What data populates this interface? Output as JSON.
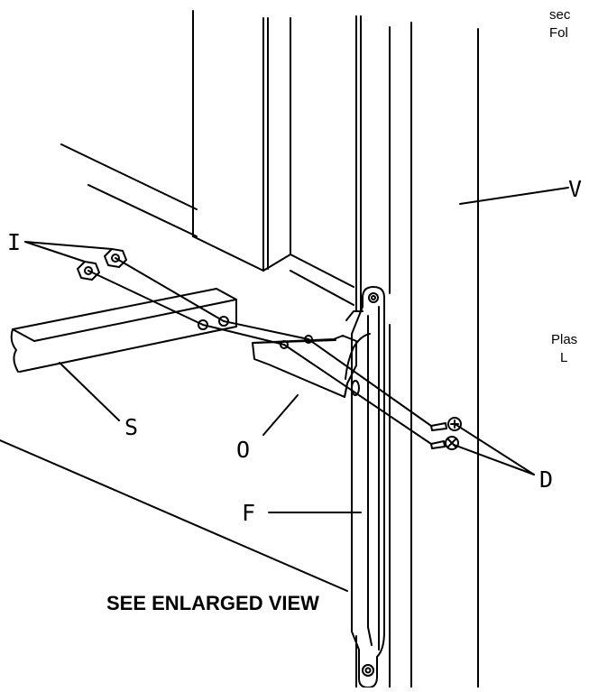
{
  "labels": {
    "I": "I",
    "V": "V",
    "S": "S",
    "O": "O",
    "D": "D",
    "F": "F"
  },
  "clipped_text": {
    "top_right_line1": "sec",
    "top_right_line2": "Fol",
    "mid_right_line1": "Plas",
    "mid_right_line2": "L"
  },
  "caption": "SEE ENLARGED VIEW",
  "colors": {
    "ink": "#000000",
    "paper": "#ffffff"
  }
}
